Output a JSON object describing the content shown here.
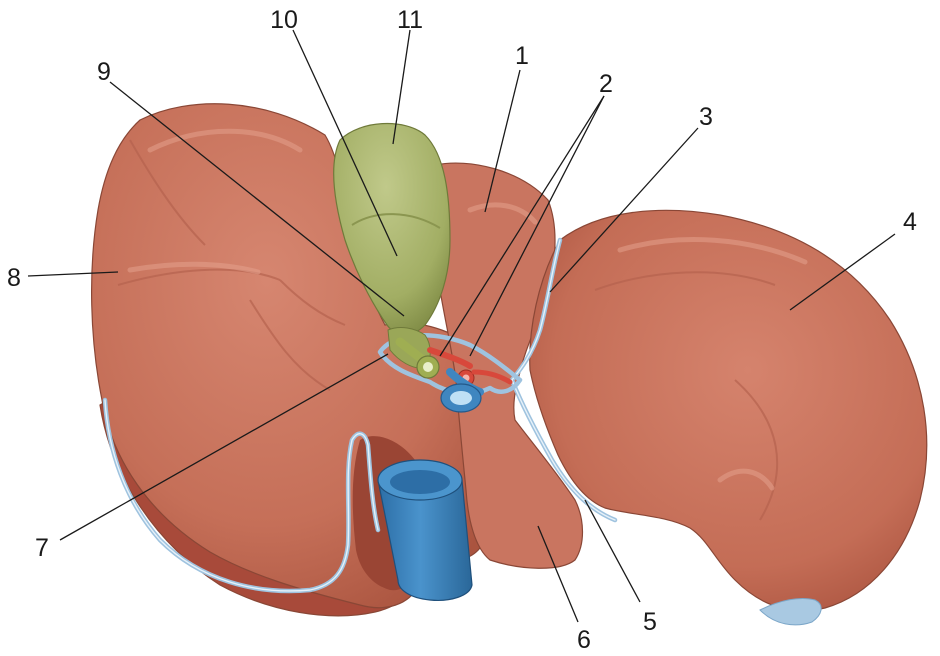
{
  "labels": [
    {
      "id": "label-1",
      "text": "1"
    },
    {
      "id": "label-2",
      "text": "2"
    },
    {
      "id": "label-3",
      "text": "3"
    },
    {
      "id": "label-4",
      "text": "4"
    },
    {
      "id": "label-5",
      "text": "5"
    },
    {
      "id": "label-6",
      "text": "6"
    },
    {
      "id": "label-7",
      "text": "7"
    },
    {
      "id": "label-8",
      "text": "8"
    },
    {
      "id": "label-9",
      "text": "9"
    },
    {
      "id": "label-10",
      "text": "10"
    },
    {
      "id": "label-11",
      "text": "11"
    }
  ],
  "colors": {
    "liver": "#c8735c",
    "liver_dark": "#a8503d",
    "liver_deep": "#8e3c2d",
    "gallbladder": "#a7b36a",
    "vein": "#3f86c0",
    "artery": "#d8483b",
    "duct": "#9fae52",
    "peritoneum": "#9fc3df",
    "leader": "#1a1a1a"
  }
}
